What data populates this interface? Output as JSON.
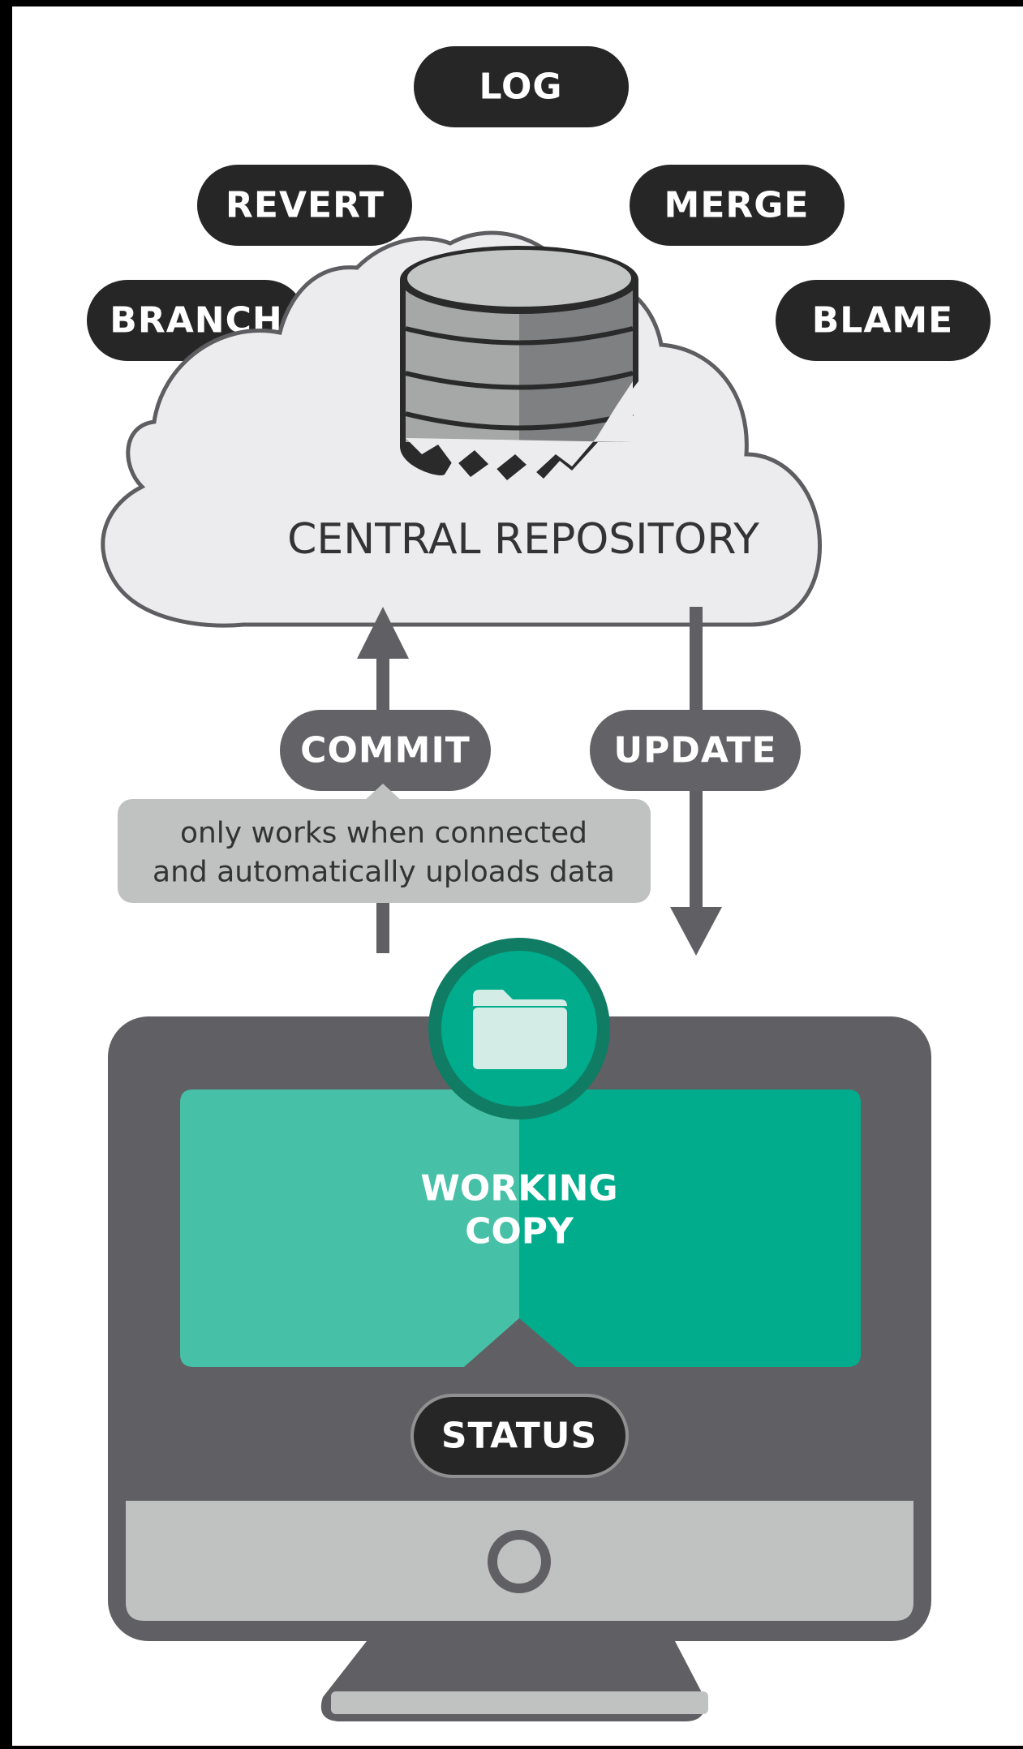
{
  "diagram": {
    "operations": {
      "log": "LOG",
      "revert": "REVERT",
      "merge": "MERGE",
      "branch": "BRANCH",
      "blame": "BLAME"
    },
    "central_repository": "CENTRAL REPOSITORY",
    "commit": "COMMIT",
    "update": "UPDATE",
    "commit_note_line1": "only works when connected",
    "commit_note_line2": "and automatically uploads data",
    "working_copy_line1": "WORKING",
    "working_copy_line2": "COPY",
    "status": "STATUS",
    "icons": [
      "database-icon",
      "folder-icon",
      "power-button-icon"
    ],
    "colors": {
      "background": "#000000",
      "panel": "#ffffff",
      "dark_pill": "#262626",
      "gray_pill": "#636266",
      "cloud": "#ececef",
      "monitor": "#606064",
      "screen_left": "#46c0a6",
      "screen_right": "#00ac8c",
      "note": "#c0c2c2"
    }
  }
}
